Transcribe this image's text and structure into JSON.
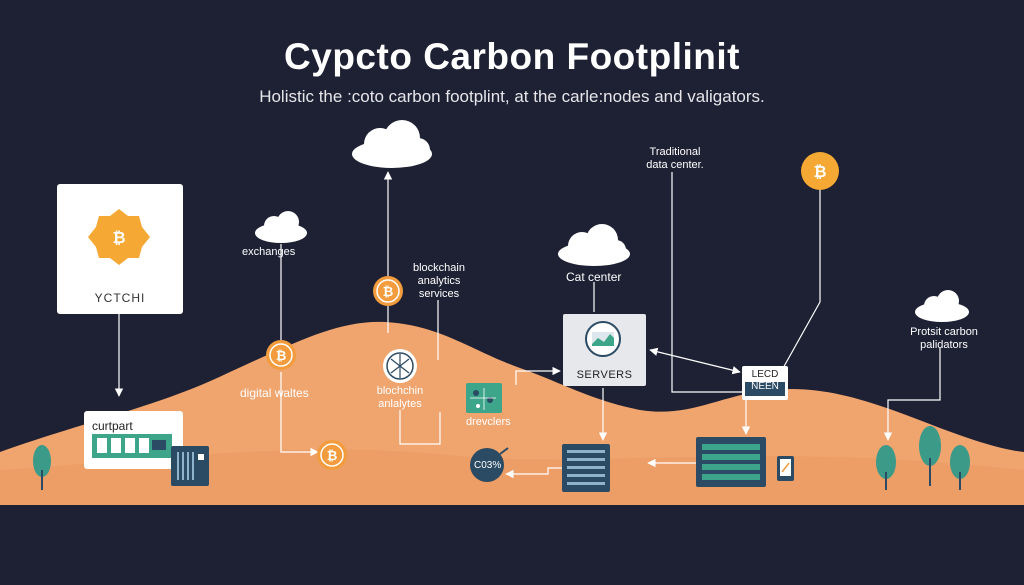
{
  "title": "Cypcto Carbon Footplinit",
  "subtitle": "Holistic the :coto carbon footplint, at the carle:nodes and valigators.",
  "labels": {
    "card": "YCTCHI",
    "exchanges": "exchanges",
    "blockchain_services": [
      "blockchain",
      "analytics",
      "services"
    ],
    "digital_waltes": "digital waltes",
    "blockchin": [
      "blochchin",
      "anlalytes"
    ],
    "drevclers": "drevclers",
    "cat_center": "Cat center",
    "servers": "SERVERS",
    "traditional": [
      "Traditional",
      "data center."
    ],
    "leed": [
      "LECD",
      "NEEN"
    ],
    "protsit": [
      "Protsit carbon",
      "palidators"
    ],
    "curtpart": "curtpart",
    "percent": "C03%"
  },
  "colors": {
    "background": "#1e2133",
    "hill": "#f0a56f",
    "bitcoin": "#f39c3d",
    "card_coin": "#f5a833",
    "tree": "#3c9a88",
    "device": "#2b4a63"
  },
  "icons": [
    "bitcoin-icon",
    "cloud-icon",
    "server-icon",
    "tree-icon",
    "phone-icon",
    "ledger-icon",
    "network-icon"
  ]
}
